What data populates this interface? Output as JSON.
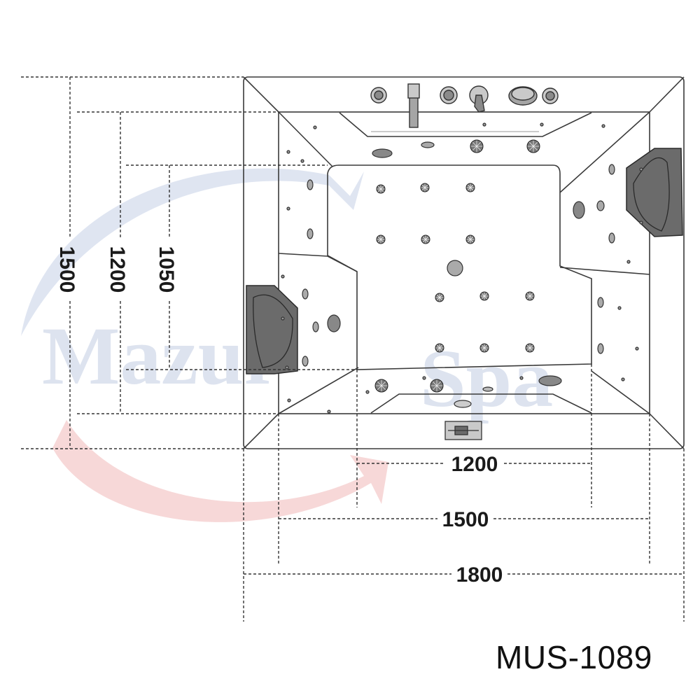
{
  "watermark": {
    "left_text": "Mazur",
    "right_text": "Spa",
    "colors": {
      "blue": "#dfe5f1",
      "red": "#f7d8d8"
    }
  },
  "dimensions": {
    "height_outer": "1500",
    "height_middle": "1200",
    "height_inner": "1050",
    "width_inner": "1200",
    "width_middle": "1500",
    "width_outer": "1800"
  },
  "model_code": "MUS-1089",
  "colors": {
    "line": "#3a3a3a",
    "pillow": "#6b6b6b",
    "fitting": "#8a8a8a",
    "dim_line": "#333333"
  }
}
